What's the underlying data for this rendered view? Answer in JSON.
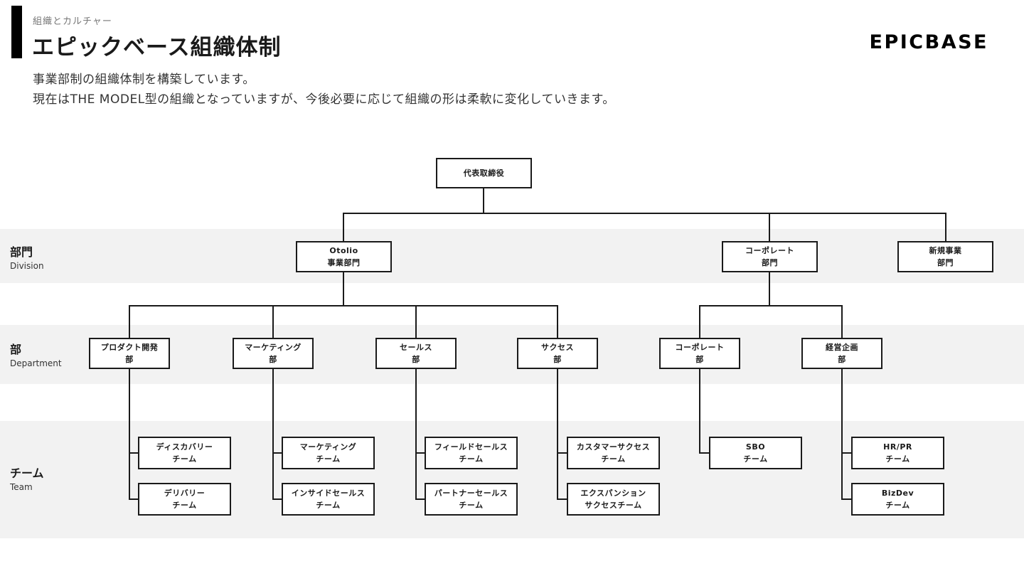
{
  "header": {
    "eyebrow": "組織とカルチャー",
    "title": "エピックベース組織体制",
    "logo": "EPICBASE",
    "description": [
      "事業部制の組織体制を構築しています。",
      "現在はTHE MODEL型の組織となっていますが、今後必要に応じて組織の形は柔軟に変化していきます。"
    ]
  },
  "rows": {
    "division": {
      "ja": "部門",
      "en": "Division"
    },
    "department": {
      "ja": "部",
      "en": "Department"
    },
    "team": {
      "ja": "チーム",
      "en": "Team"
    }
  },
  "chart": {
    "ceo": {
      "label": "代表取締役"
    },
    "divisions": [
      {
        "line1": "Otolio",
        "line2": "事業部門"
      },
      {
        "line1": "コーポレート",
        "line2": "部門"
      },
      {
        "line1": "新規事業",
        "line2": "部門"
      }
    ],
    "departments": [
      {
        "line1": "プロダクト開発",
        "line2": "部"
      },
      {
        "line1": "マーケティング",
        "line2": "部"
      },
      {
        "line1": "セールス",
        "line2": "部"
      },
      {
        "line1": "サクセス",
        "line2": "部"
      },
      {
        "line1": "コーポレート",
        "line2": "部"
      },
      {
        "line1": "経営企画",
        "line2": "部"
      }
    ],
    "teams": [
      {
        "line1": "ディスカバリー",
        "line2": "チーム"
      },
      {
        "line1": "デリバリー",
        "line2": "チーム"
      },
      {
        "line1": "マーケティング",
        "line2": "チーム"
      },
      {
        "line1": "インサイドセールス",
        "line2": "チーム"
      },
      {
        "line1": "フィールドセールス",
        "line2": "チーム"
      },
      {
        "line1": "パートナーセールス",
        "line2": "チーム"
      },
      {
        "line1": "カスタマーサクセス",
        "line2": "チーム"
      },
      {
        "line1": "エクスパンション",
        "line2": "サクセスチーム"
      },
      {
        "line1": "SBO",
        "line2": "チーム"
      },
      {
        "line1": "HR/PR",
        "line2": "チーム"
      },
      {
        "line1": "BizDev",
        "line2": "チーム"
      }
    ]
  },
  "colors": {
    "band": "#f2f2f2",
    "line": "#1a1a1a",
    "text": "#1a1a1a",
    "muted": "#777777",
    "background": "#ffffff"
  }
}
